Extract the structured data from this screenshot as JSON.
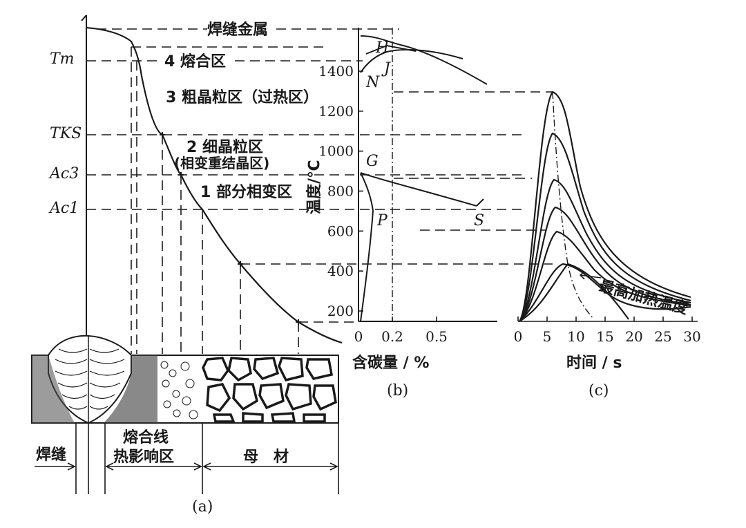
{
  "panel_a": {
    "zone_weld_metal": "焊缝金属",
    "zone_4": "4 熔合区",
    "zone_3": "3 粗晶粒区（过热区）",
    "zone_2_line1": "2 细晶粒区",
    "zone_2_line2": "(相变重结晶区)",
    "zone_1": "1 部分相变区",
    "temp_tm": "Tm",
    "temp_tks": "TKS",
    "temp_ac3": "Ac3",
    "temp_ac1": "Ac1",
    "bottom_weld": "焊缝",
    "bottom_fusion_line": "熔合线",
    "bottom_haz": "热影响区",
    "bottom_base": "母　材",
    "caption": "(a)"
  },
  "panel_b": {
    "y_label": "温度/℃",
    "x_label": "含碳量 / %",
    "caption": "(b)",
    "point_H": "H",
    "point_J": "J",
    "point_N": "N",
    "point_G": "G",
    "point_P": "P",
    "point_S": "S",
    "y_ticks": [
      "1400",
      "1200",
      "1000",
      "800",
      "600",
      "400",
      "200"
    ],
    "x_ticks": [
      "0",
      "0.2",
      "0.5"
    ]
  },
  "panel_c": {
    "x_label": "时间 / s",
    "caption": "(c)",
    "annotation": "最高加热温度",
    "x_ticks": [
      "0",
      "5",
      "10",
      "15",
      "20",
      "25",
      "30"
    ]
  },
  "colors": {
    "ink": "#1a1a1a",
    "paper": "#ffffff"
  }
}
